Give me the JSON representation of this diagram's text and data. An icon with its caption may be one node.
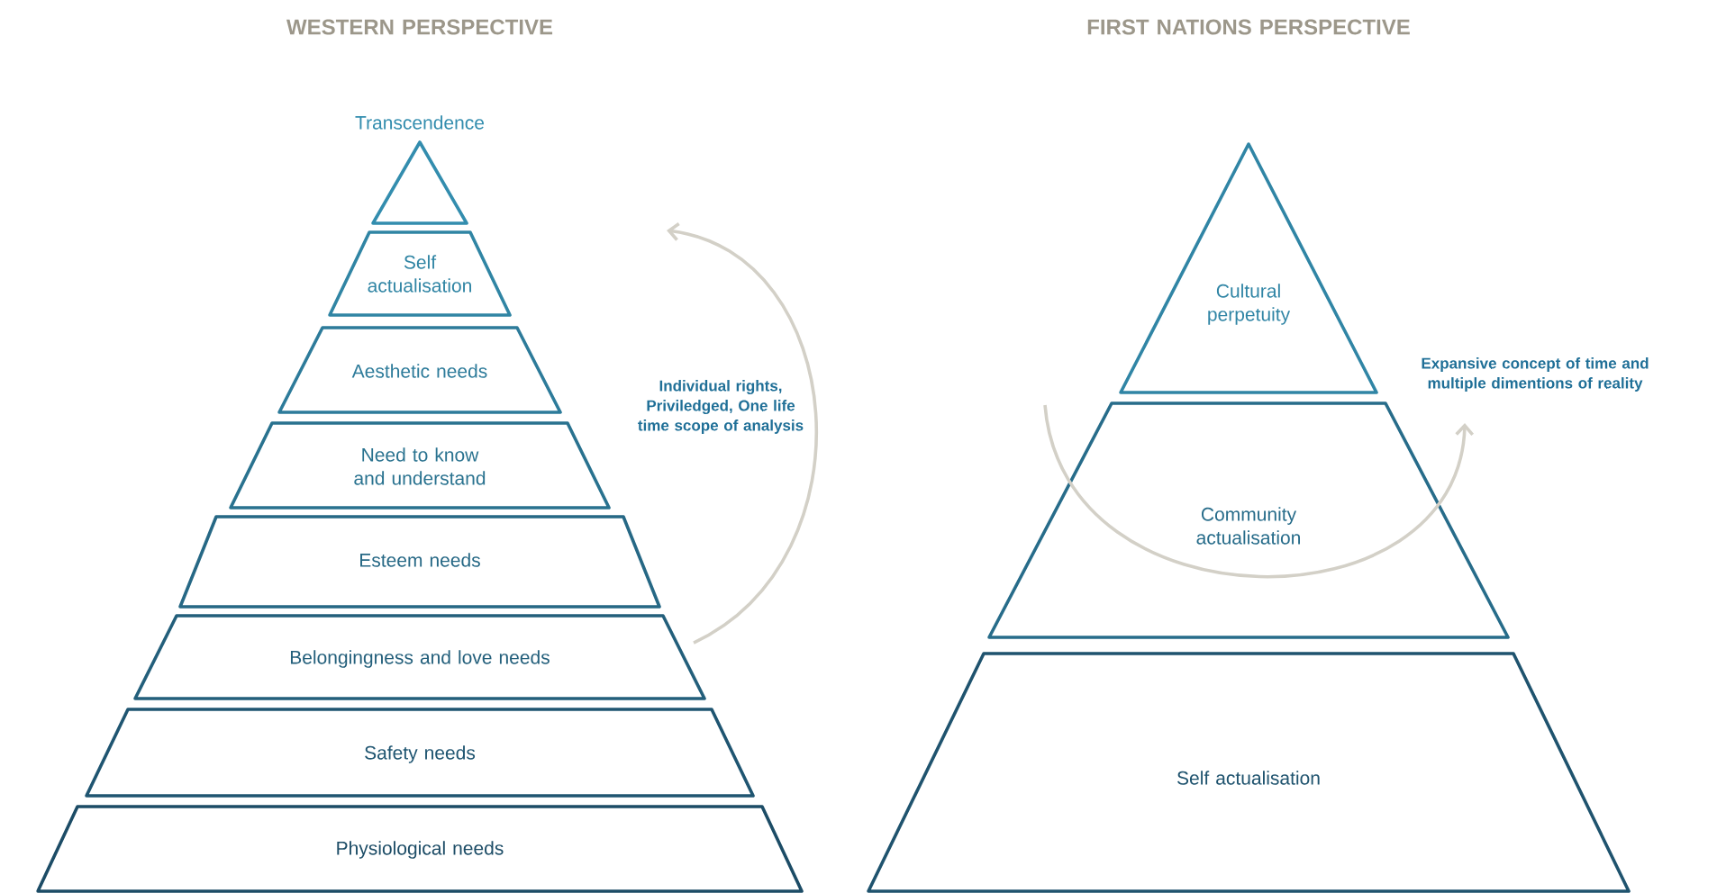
{
  "diagram": {
    "nodes": [
      {
        "text": [
          "Transcendence"
        ]
      },
      {
        "text": [
          "Self actualisation"
        ]
      },
      {
        "text": [
          "Aesthetic needs"
        ]
      },
      {
        "text": [
          "Need to know and understand"
        ]
      },
      {
        "text": [
          "Esteem needs"
        ]
      },
      {
        "text": [
          "Belongingness and love needs"
        ]
      },
      {
        "text": [
          "Safety needs"
        ]
      },
      {
        "text": [
          "Physiological needs"
        ]
      },
      {
        "text": [
          "Cultural perpetuity"
        ]
      },
      {
        "text": [
          "Community actualisation"
        ]
      },
      {
        "text": [
          "Self actualisation"
        ]
      }
    ],
    "edges": [
      {
        "from": 5,
        "to": null,
        "arrow": "to"
      },
      {
        "from": 8,
        "to": null,
        "arrow": "to"
      }
    ],
    "labels": [
      "WESTERN PERSPECTIVE",
      "FIRST NATIONS PERSPECTIVE",
      "Individual rights, Priviledged, One life time scope of analysis",
      "Expansive concept of time and multiple dimentions of reality"
    ]
  }
}
